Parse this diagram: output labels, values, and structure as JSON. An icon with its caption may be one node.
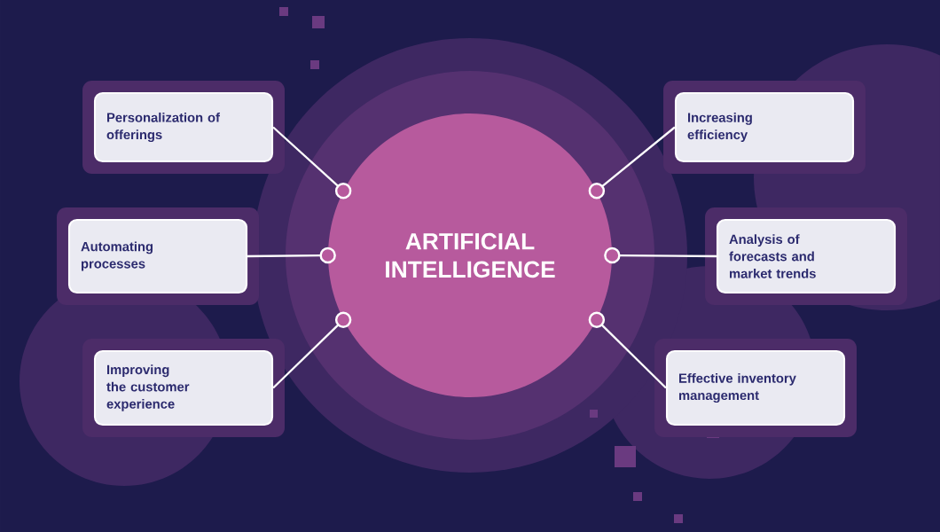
{
  "diagram": {
    "nodes": [
      {
        "text": [
          "ARTIFICIAL INTELLIGENCE"
        ]
      },
      {
        "text": [
          "Personalization of offerings"
        ]
      },
      {
        "text": [
          "Automating processes"
        ]
      },
      {
        "text": [
          "Improving the customer experience"
        ]
      },
      {
        "text": [
          "Increasing efficiency"
        ]
      },
      {
        "text": [
          "Analysis of forecasts and market trends"
        ]
      },
      {
        "text": [
          "Effective inventory management"
        ]
      }
    ],
    "edges": [
      {
        "from": 1,
        "to": 0,
        "arrow": "other"
      },
      {
        "from": 2,
        "to": 0,
        "arrow": "other"
      },
      {
        "from": 3,
        "to": 0,
        "arrow": "other"
      },
      {
        "from": 4,
        "to": 0,
        "arrow": "other"
      },
      {
        "from": 5,
        "to": 0,
        "arrow": "other"
      },
      {
        "from": 6,
        "to": 0,
        "arrow": "other"
      }
    ]
  }
}
